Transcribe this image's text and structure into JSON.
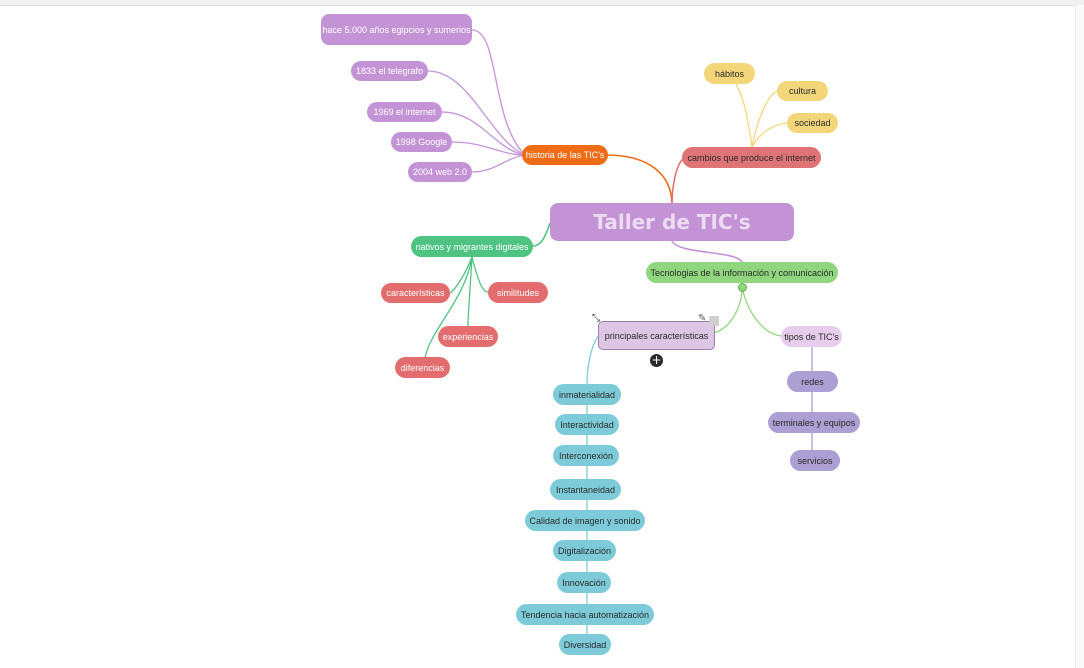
{
  "colors": {
    "central_bg": "#c393d6",
    "central_text": "#ecdcf2",
    "history": "#ef6c17",
    "purple_leaf": "#c393d6",
    "cambios": "#df7476",
    "yellow_leaf": "#f4d67a",
    "nativos": "#4fc382",
    "red_leaf": "#e36d6e",
    "tecnologias": "#8fd67f",
    "selected": "#ddc6e3",
    "cyan_leaf": "#7dcbd9",
    "tipos": "#e6cdeb",
    "lavender_leaf": "#ab9fd4"
  },
  "map": {
    "central": "Taller de TIC's",
    "historia": {
      "label": "historia de las TIC's",
      "items": [
        "hace 5.000 años egipcios y sumerios",
        "1833 el telegrafo",
        "1969 el internet",
        "1998 Google",
        "2004 web 2.0"
      ]
    },
    "cambios": {
      "label": "cambios que produce el internet",
      "items": [
        "hábitos",
        "cultura",
        "sociedad"
      ]
    },
    "nativos": {
      "label": "nativos y migrantes digitales",
      "items": [
        "características",
        "similitudes",
        "experiencias",
        "diferencias"
      ]
    },
    "tecnologias": {
      "label": "Tecnologias de la información y comunicación",
      "principales": {
        "label": "principales características",
        "items": [
          "inmaterialidad",
          "Interactividad",
          "Interconexión",
          "Instantaneidad",
          "Calidad de imagen y sonido",
          "Digitalización",
          "Innovación",
          "Tendencia hacia automatización",
          "Diversidad"
        ]
      },
      "tipos": {
        "label": "tipos de TIC's",
        "items": [
          "redes",
          "terminales y equipos",
          "servicios"
        ]
      }
    }
  },
  "icons": {
    "add": "plus-circle-icon",
    "resize": "resize-arrow-icon",
    "edit": "pencil-icon"
  }
}
